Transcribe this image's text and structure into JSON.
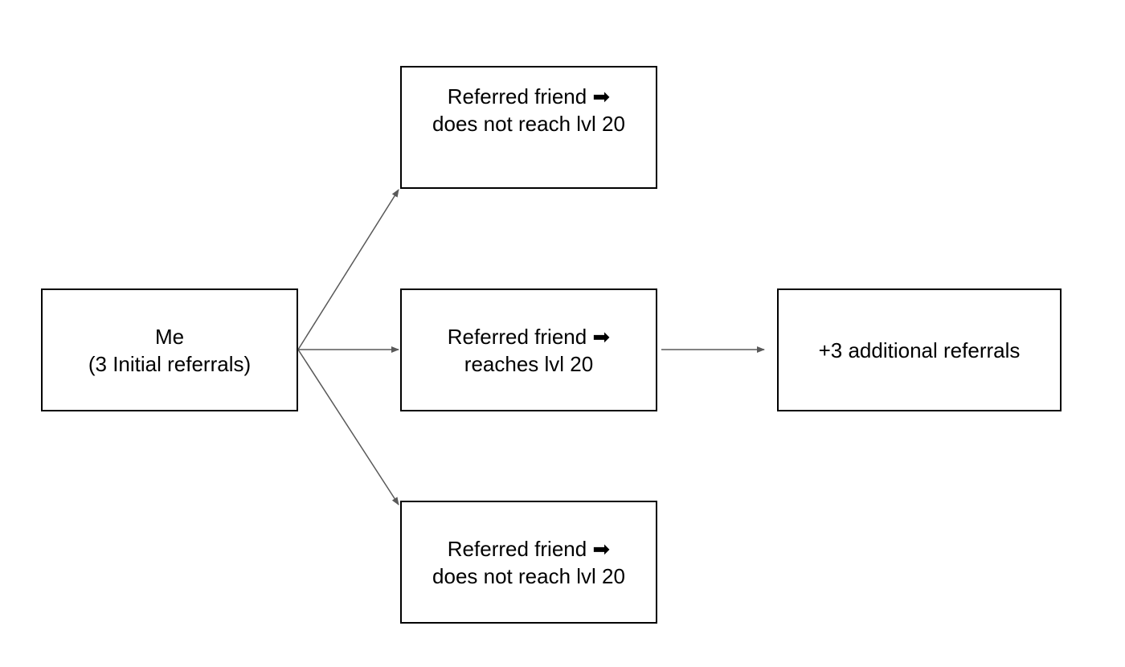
{
  "diagram": {
    "nodes": [
      {
        "id": "me",
        "lines": [
          "Me",
          "(3 Initial referrals)"
        ]
      },
      {
        "id": "friend-top",
        "lines": [
          "Referred friend ➡",
          "does not reach lvl 20"
        ]
      },
      {
        "id": "friend-middle",
        "lines": [
          "Referred friend ➡",
          "reaches lvl 20"
        ]
      },
      {
        "id": "friend-bottom",
        "lines": [
          "Referred friend ➡",
          "does not reach lvl 20"
        ]
      },
      {
        "id": "additional",
        "lines": [
          "+3 additional referrals"
        ]
      }
    ],
    "edges": [
      {
        "from": "me",
        "to": "friend-top"
      },
      {
        "from": "me",
        "to": "friend-middle"
      },
      {
        "from": "me",
        "to": "friend-bottom"
      },
      {
        "from": "friend-middle",
        "to": "additional"
      }
    ],
    "colors": {
      "box_border": "#000000",
      "arrow": "#595959",
      "text": "#000000",
      "background": "#ffffff"
    }
  }
}
